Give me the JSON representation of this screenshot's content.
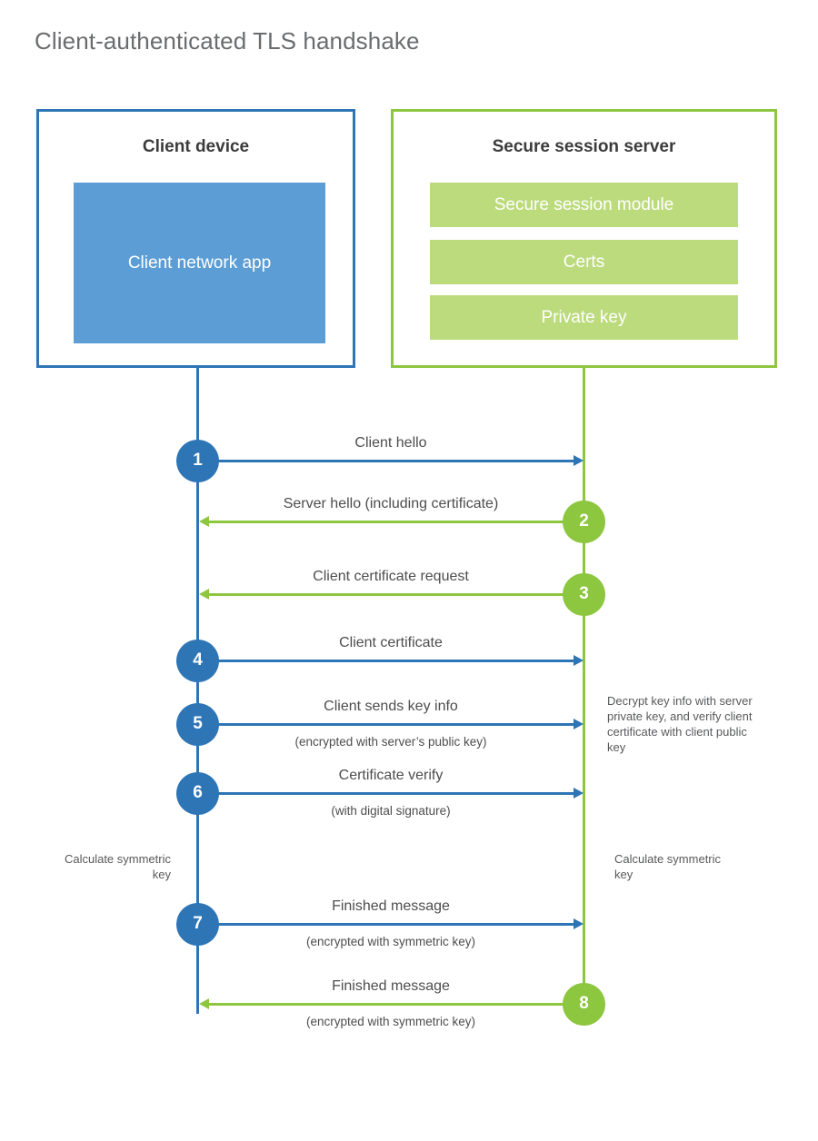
{
  "title": "Client-authenticated TLS handshake",
  "colors": {
    "blue_dark": "#2E75B6",
    "blue_light": "#5C9DD5",
    "green_dark": "#8DC63F",
    "green_light": "#BCDB7D",
    "text": "#4d4d4f",
    "title_text": "#6a6c6e"
  },
  "client": {
    "title": "Client device",
    "app_label": "Client network app"
  },
  "server": {
    "title": "Secure session server",
    "bars": [
      {
        "label": "Secure session module"
      },
      {
        "label": "Certs"
      },
      {
        "label": "Private key"
      }
    ]
  },
  "steps": [
    {
      "number": "1",
      "label": "Client hello",
      "sublabel": "",
      "direction": "client-to-server",
      "color": "blue"
    },
    {
      "number": "2",
      "label": "Server hello (including certificate)",
      "sublabel": "",
      "direction": "server-to-client",
      "color": "green"
    },
    {
      "number": "3",
      "label": "Client certificate request",
      "sublabel": "",
      "direction": "server-to-client",
      "color": "green"
    },
    {
      "number": "4",
      "label": "Client certificate",
      "sublabel": "",
      "direction": "client-to-server",
      "color": "blue"
    },
    {
      "number": "5",
      "label": "Client sends key info",
      "sublabel": "(encrypted with server’s public key)",
      "direction": "client-to-server",
      "color": "blue"
    },
    {
      "number": "6",
      "label": "Certificate verify",
      "sublabel": "(with digital signature)",
      "direction": "client-to-server",
      "color": "blue"
    },
    {
      "number": "7",
      "label": "Finished message",
      "sublabel": "(encrypted with symmetric key)",
      "direction": "client-to-server",
      "color": "blue"
    },
    {
      "number": "8",
      "label": "Finished message",
      "sublabel": "(encrypted with symmetric key)",
      "direction": "server-to-client",
      "color": "green"
    }
  ],
  "notes": {
    "decrypt": "Decrypt key info with server private key, and verify client certificate with client public key",
    "calculate_client": "Calculate symmetric key",
    "calculate_server": "Calculate symmetric key"
  }
}
